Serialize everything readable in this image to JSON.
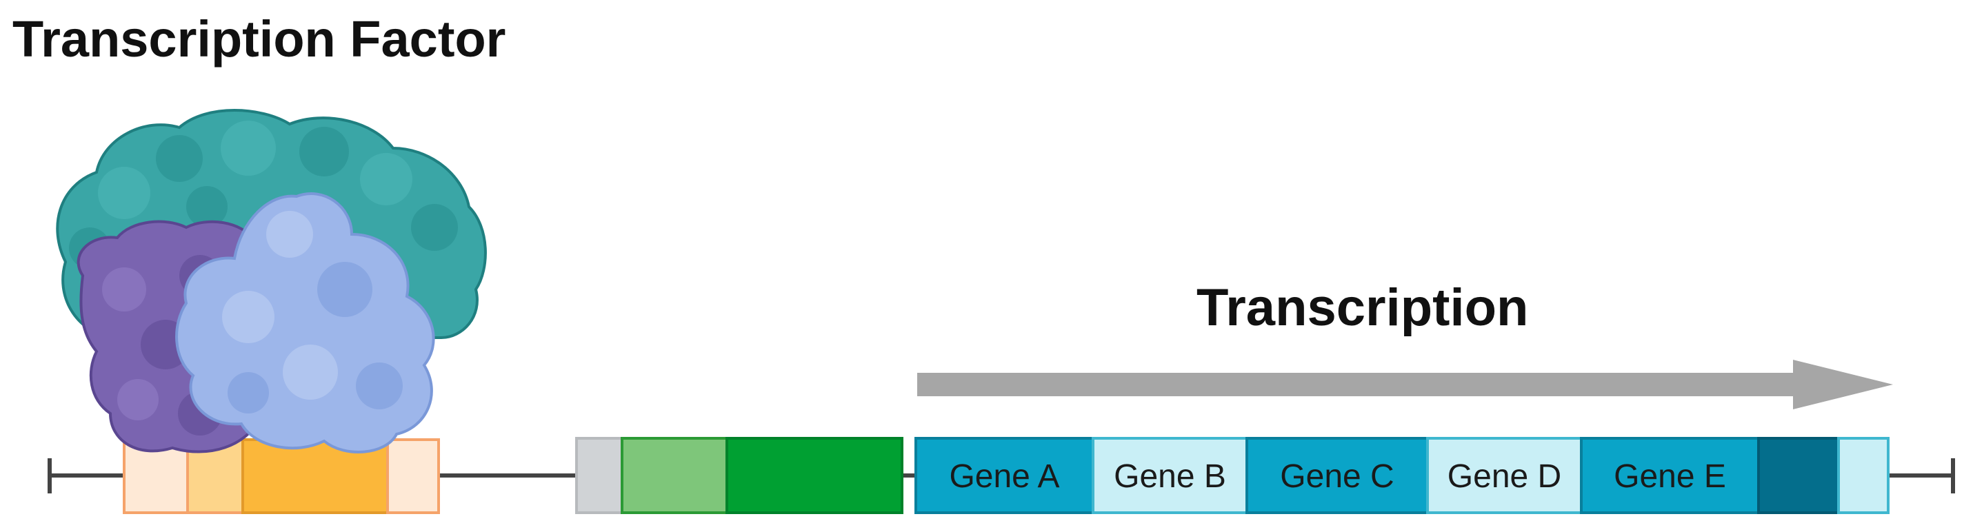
{
  "title": "Transcription Factor",
  "transcription_label": "Transcription",
  "genes": [
    {
      "label": "Gene A",
      "color": "#0aa4c8"
    },
    {
      "label": "Gene B",
      "color": "#c9eff6"
    },
    {
      "label": "Gene C",
      "color": "#0aa4c8"
    },
    {
      "label": "Gene D",
      "color": "#c9eff6"
    },
    {
      "label": "Gene E",
      "color": "#0aa4c8"
    }
  ],
  "colors": {
    "dna_line": "#444444",
    "arrow": "#a6a6a6",
    "tf_teal": "#3aa6a6",
    "tf_purple": "#7a64b0",
    "tf_blue": "#9db6ea",
    "binding_site": "#fbb73a",
    "binding_site_light": "#fdd58a",
    "binding_site_pale": "#fee9d6",
    "promoter_green_light": "#7ec67a",
    "promoter_green": "#00a032",
    "spacer_gray": "#d0d3d6",
    "gene_dark_end": "#046e8c",
    "gene_light_end": "#c9eff6"
  }
}
